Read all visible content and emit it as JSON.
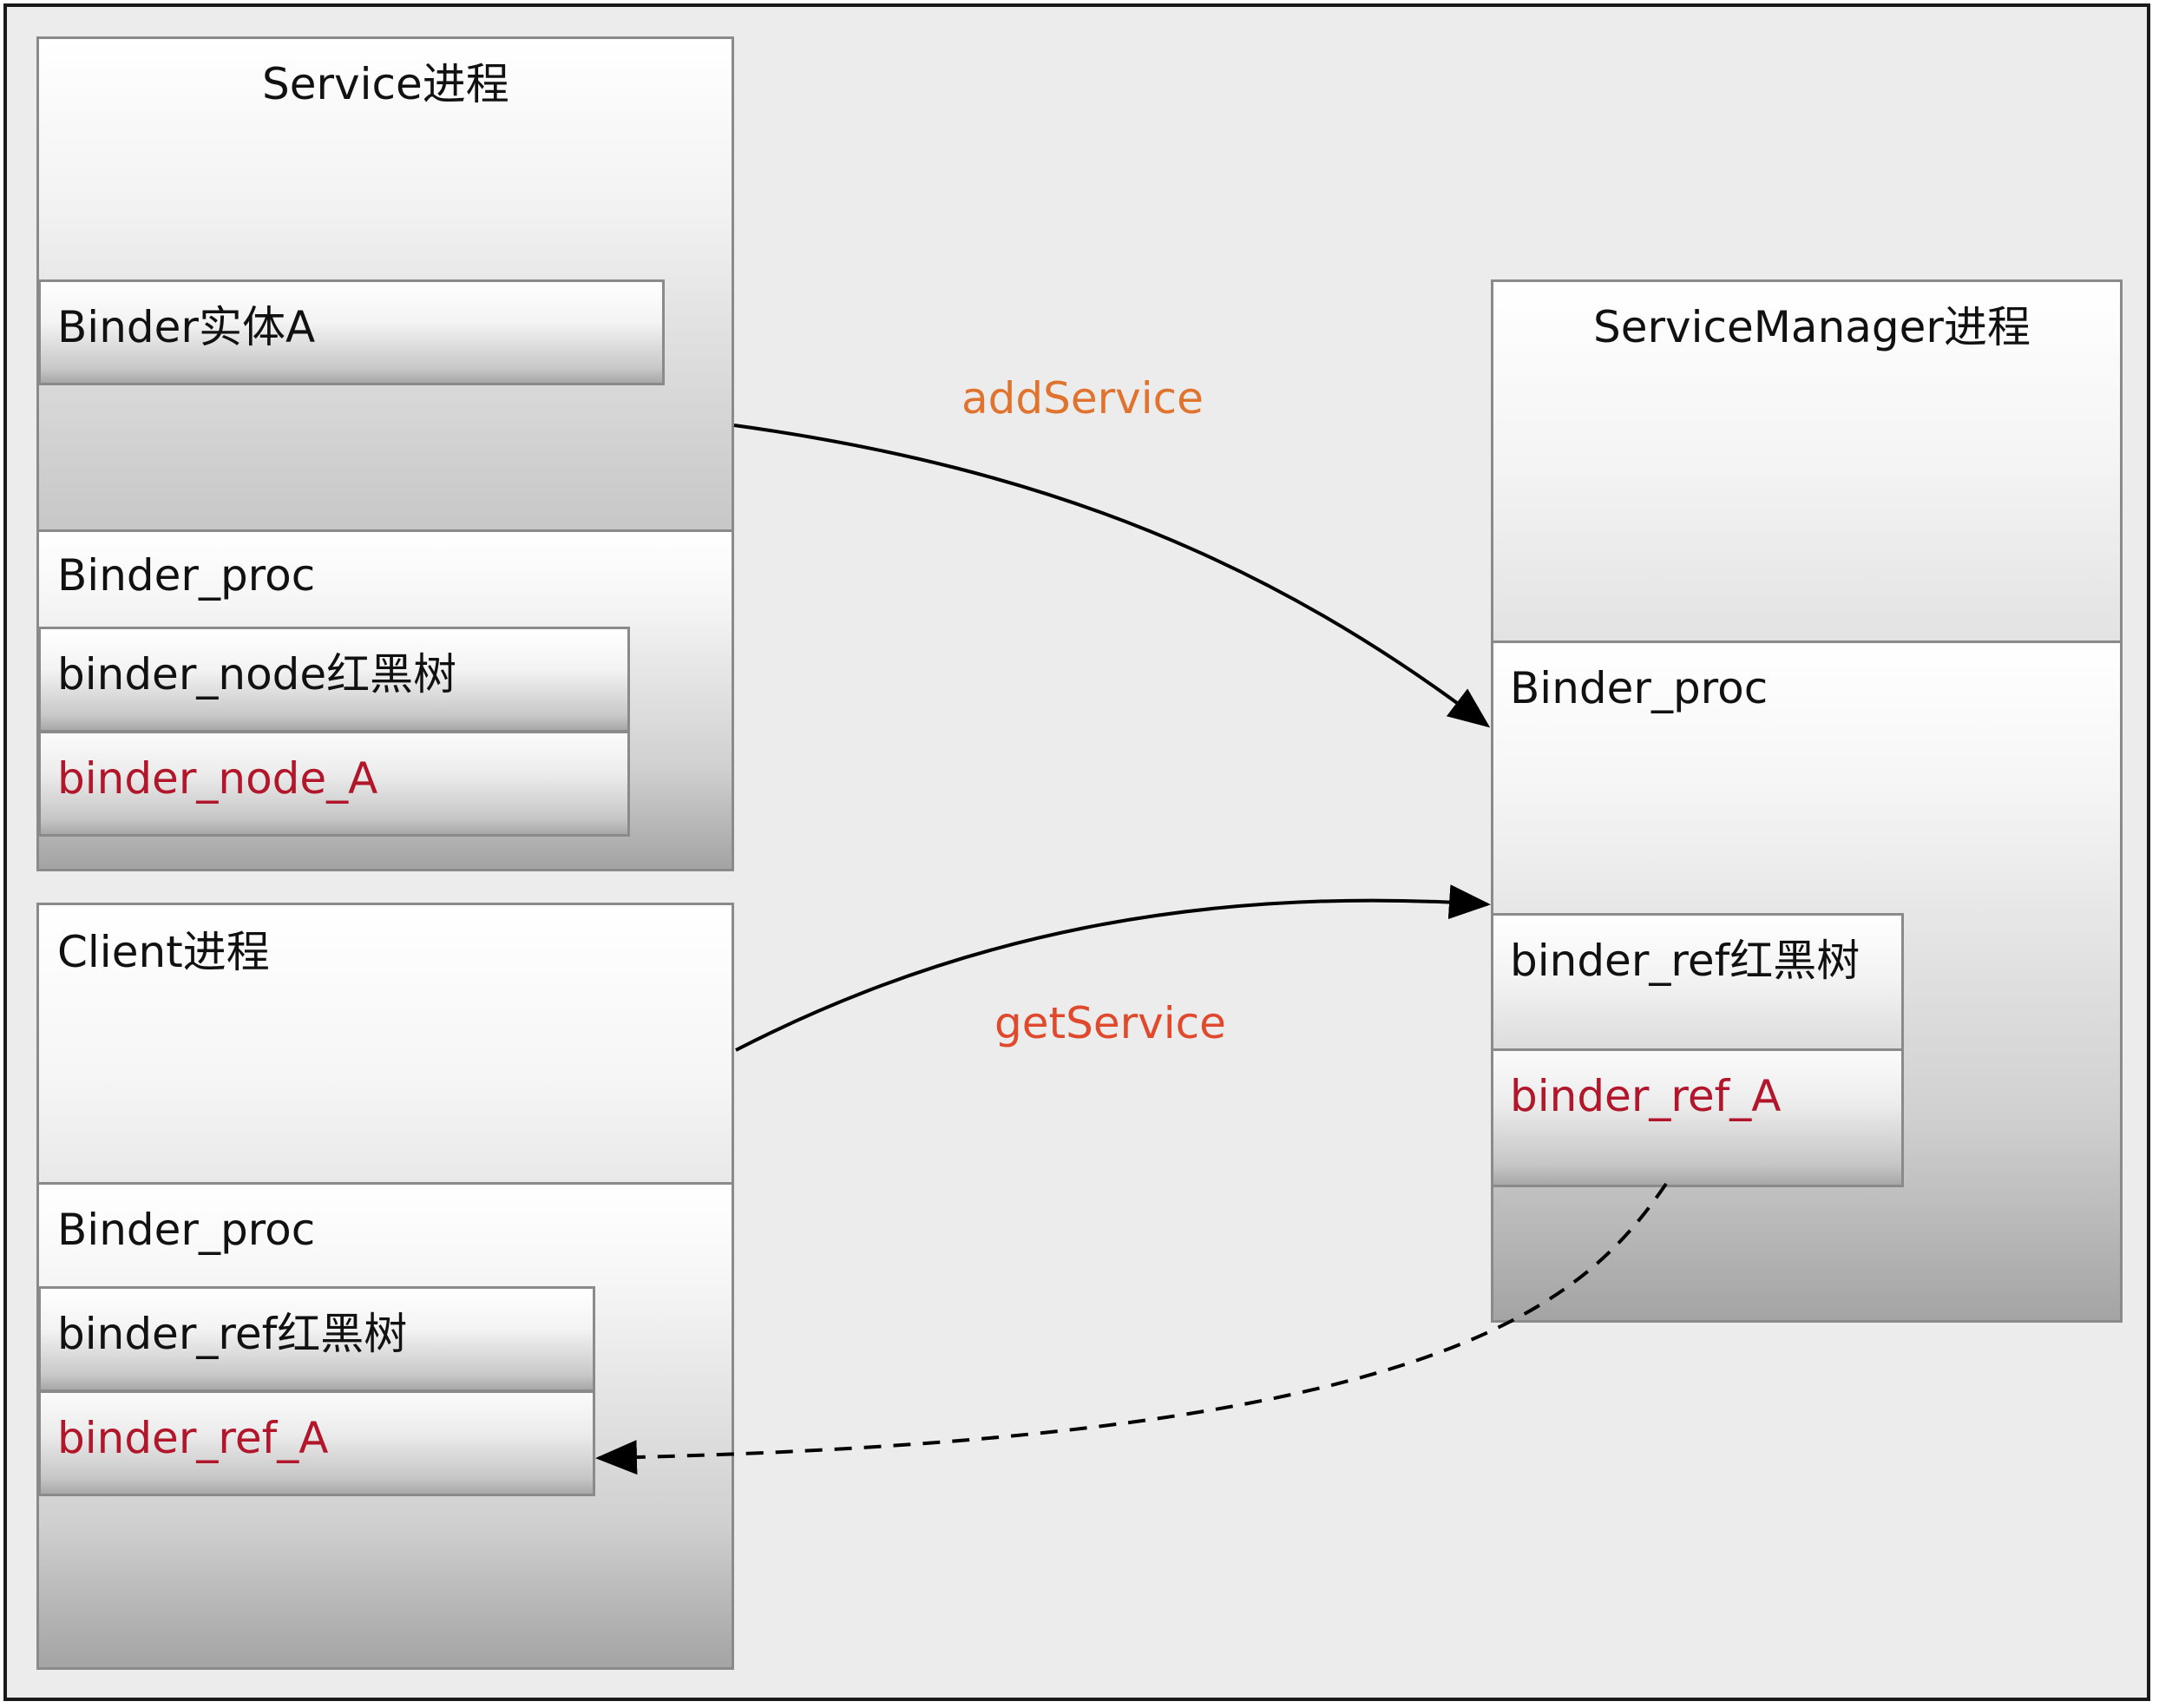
{
  "service_process": {
    "title": "Service进程",
    "entity_label": "Binder实体A",
    "binder_proc_label": "Binder_proc",
    "node_tree_label": "binder_node红黑树",
    "node_label": "binder_node_A"
  },
  "client_process": {
    "title": "Client进程",
    "binder_proc_label": "Binder_proc",
    "ref_tree_label": "binder_ref红黑树",
    "ref_label": "binder_ref_A"
  },
  "servicemanager_process": {
    "title": "ServiceManager进程",
    "binder_proc_label": "Binder_proc",
    "ref_tree_label": "binder_ref红黑树",
    "ref_label": "binder_ref_A"
  },
  "edges": {
    "add_service_label": "addService",
    "get_service_label": "getService"
  },
  "colors": {
    "highlight_text": "#b1162a",
    "add_service": "#e0742e",
    "get_service": "#e0492c"
  }
}
